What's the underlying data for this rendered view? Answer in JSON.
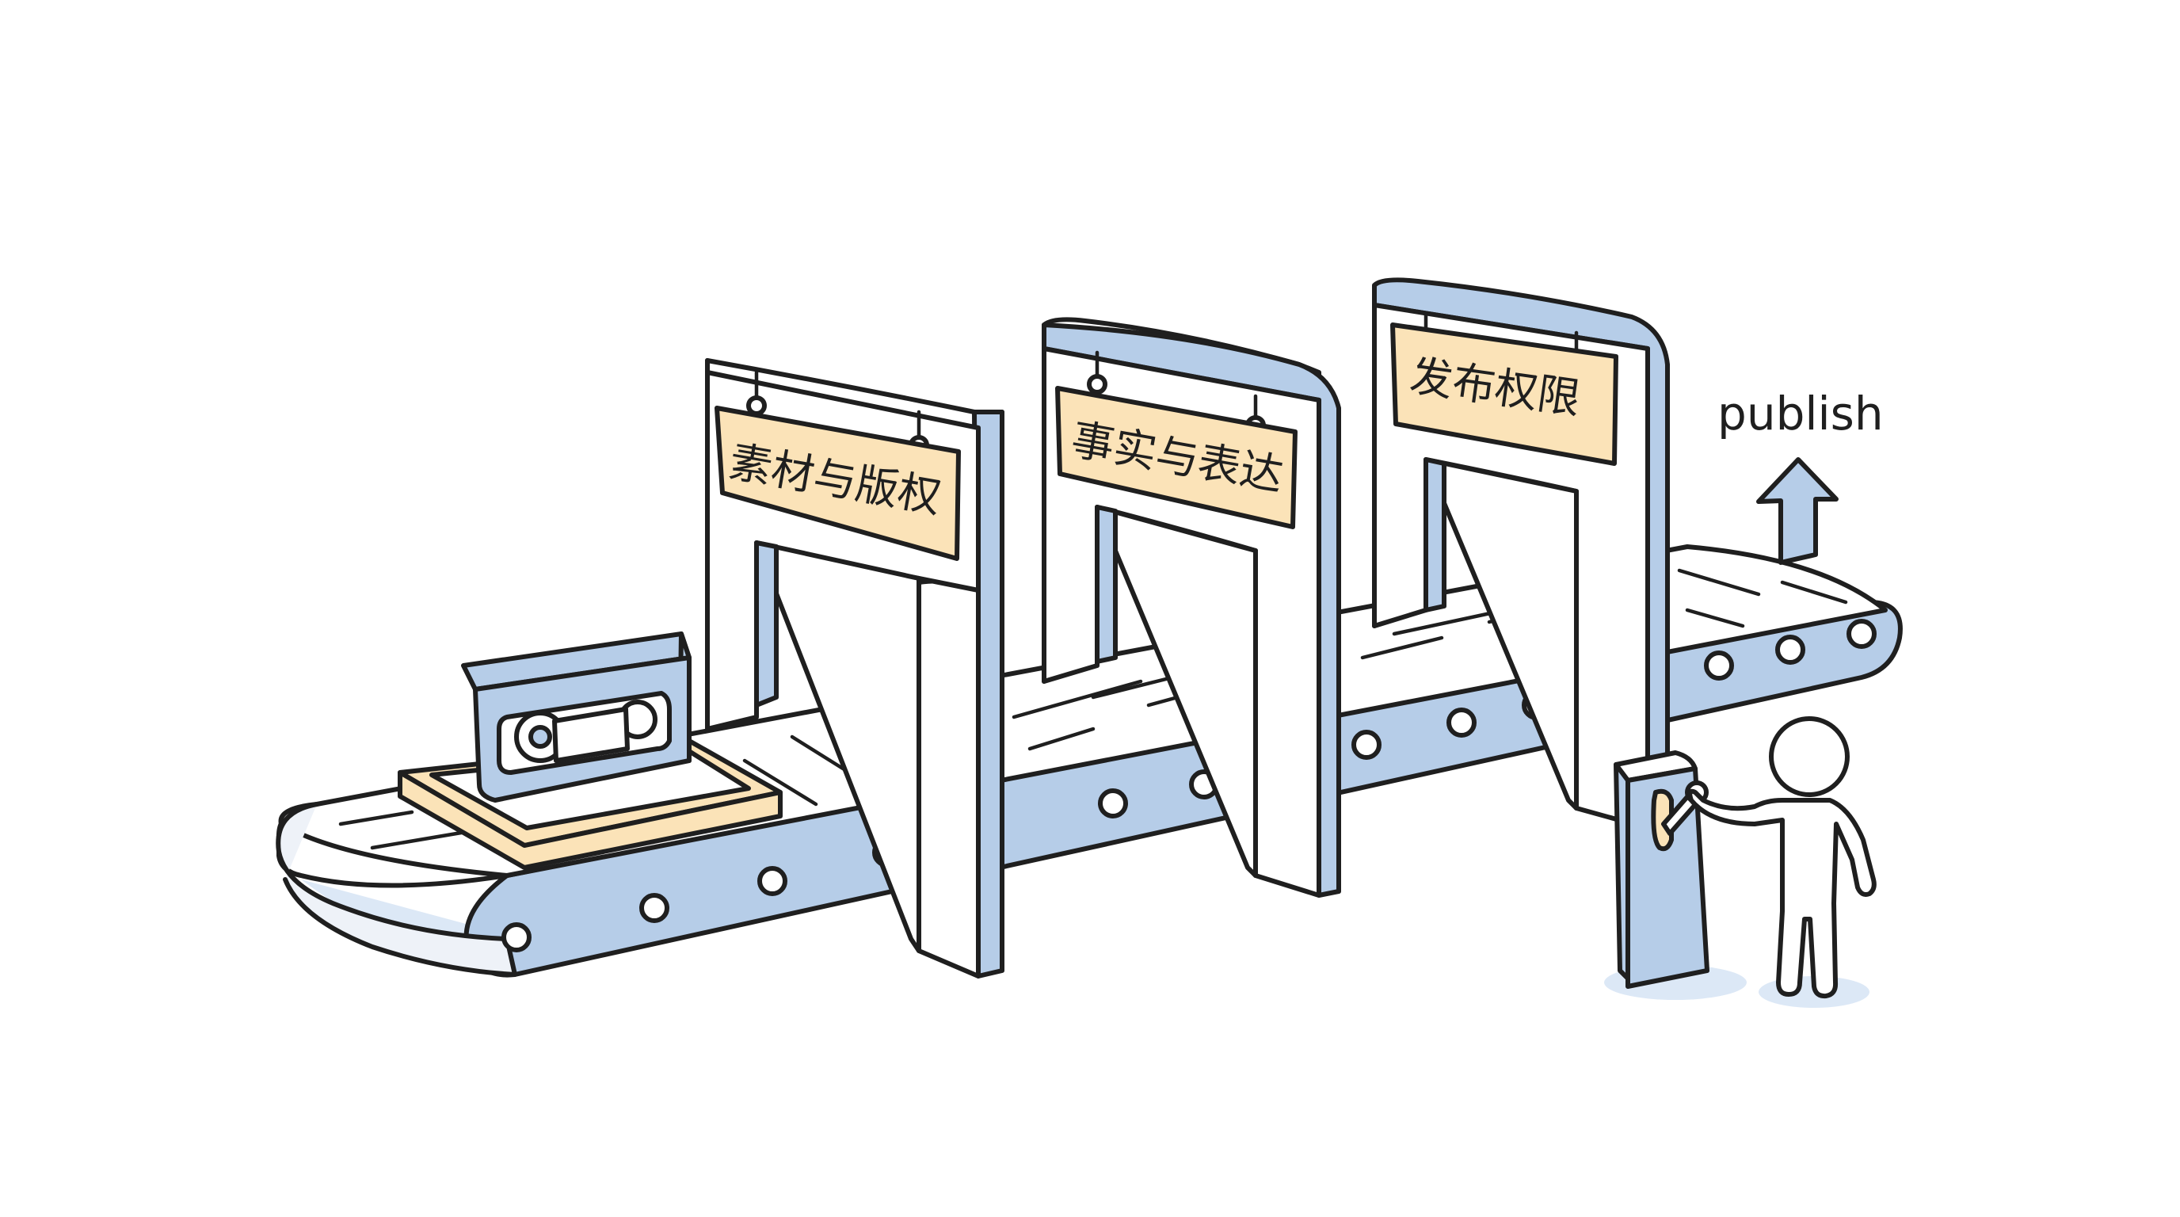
{
  "gates": [
    {
      "label": "素材与版权"
    },
    {
      "label": "事实与表达"
    },
    {
      "label": "发布权限"
    }
  ],
  "exit": {
    "label": "publish"
  },
  "colors": {
    "ink": "#1f1f1f",
    "frame_blue": "#b6cde8",
    "sign_cream": "#fbe3b8",
    "shadow": "#dce8f6"
  },
  "icons": [
    "vhs-cassette-icon",
    "up-arrow-icon",
    "lever-icon",
    "person-icon"
  ]
}
